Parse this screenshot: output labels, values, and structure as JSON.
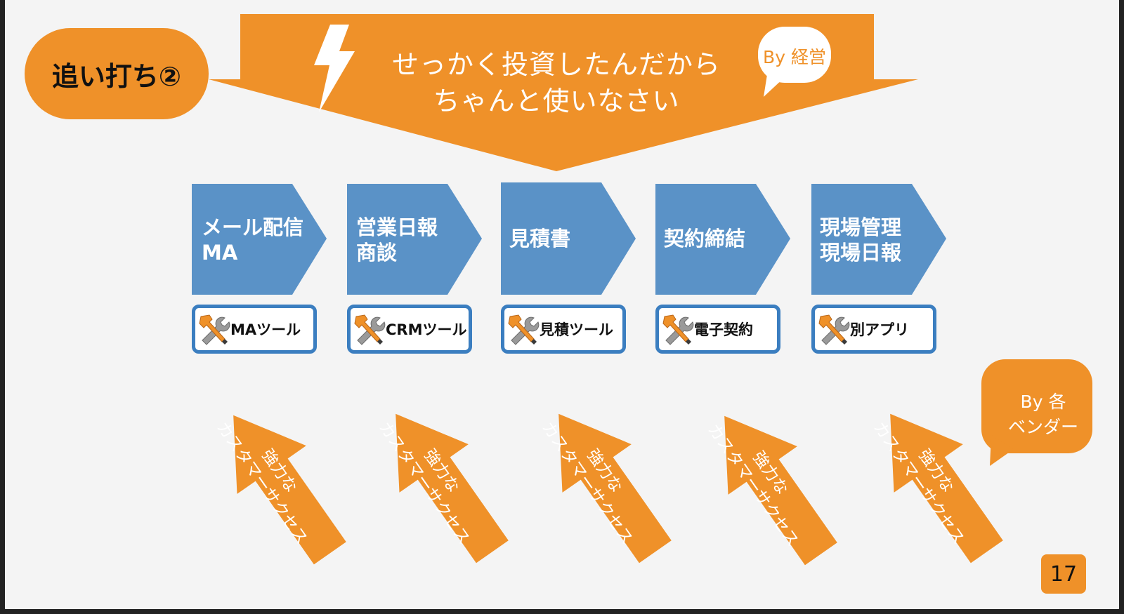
{
  "slide": {
    "title": "追い打ち②",
    "page_number": "17",
    "colors": {
      "orange": "#ef9129",
      "blue": "#5a92c7",
      "card_border": "#3b7ec0",
      "background": "#f4f4f4"
    },
    "banner": {
      "line1": "せっかく投資したんだから",
      "line2": "ちゃんと使いなさい",
      "speaker": "By 経営",
      "icon": "lightning-icon"
    },
    "stages": [
      {
        "line1": "メール配信",
        "line2": "MA",
        "tool": "MAツール",
        "tool_icon": "tools-icon"
      },
      {
        "line1": "営業日報",
        "line2": "商談",
        "tool": "CRMツール",
        "tool_icon": "tools-icon"
      },
      {
        "line1": "見積書",
        "line2": "",
        "tool": "見積ツール",
        "tool_icon": "tools-icon"
      },
      {
        "line1": "契約締結",
        "line2": "",
        "tool": "電子契約",
        "tool_icon": "tools-icon"
      },
      {
        "line1": "現場管理",
        "line2": "現場日報",
        "tool": "別アプリ",
        "tool_icon": "tools-icon"
      }
    ],
    "push_arrows": [
      {
        "line1": "強力な",
        "line2": "カスタマーサクセス"
      },
      {
        "line1": "強力な",
        "line2": "カスタマーサクセス"
      },
      {
        "line1": "強力な",
        "line2": "カスタマーサクセス"
      },
      {
        "line1": "強力な",
        "line2": "カスタマーサクセス"
      },
      {
        "line1": "強力な",
        "line2": "カスタマーサクセス"
      }
    ],
    "vendor_bubble": {
      "line1": "By 各",
      "line2": "ベンダー"
    }
  }
}
